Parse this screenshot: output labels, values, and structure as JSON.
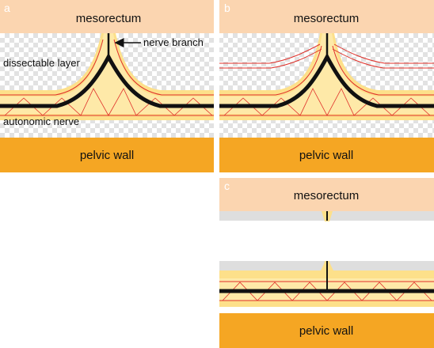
{
  "panels": {
    "a": {
      "letter": "a",
      "top_label": "mesorectum",
      "bottom_label": "pelvic wall",
      "nerve_branch_label": "nerve branch",
      "dissectable_label": "dissectable layer",
      "autonomic_label": "autonomic nerve"
    },
    "b": {
      "letter": "b",
      "top_label": "mesorectum",
      "bottom_label": "pelvic wall"
    },
    "c": {
      "letter": "c",
      "top_label": "mesorectum",
      "bottom_label": "pelvic wall"
    }
  },
  "colors": {
    "mesorectum": "#fbd5b0",
    "pelvic_wall": "#f5a623",
    "nerve_sheath": "#fde08a",
    "nerve_core": "#111111",
    "fascia_line": "#e0302a",
    "dissectable_checker": "#e4e4e4",
    "grey_band": "#dedede"
  }
}
